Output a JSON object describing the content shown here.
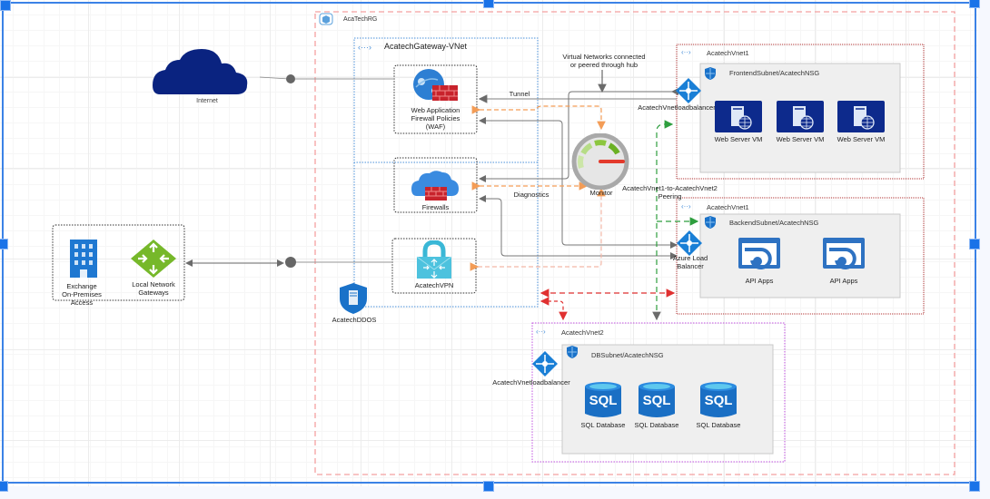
{
  "diagram": {
    "resource_group": {
      "label": "AcaTechRG",
      "icon": "resource-group-icon"
    },
    "gateway_vnet": {
      "label": "AcatechGateway-VNet",
      "icon": "vnet-icon"
    },
    "internet": {
      "label": "Internet",
      "icon": "cloud-icon",
      "color": "#0a2380"
    },
    "waf": {
      "label_lines": [
        "Web Application",
        "Firewall Policies",
        "(WAF)"
      ],
      "icon": "waf-globe-firewall-icon"
    },
    "firewalls": {
      "label": "Firewalls",
      "icon": "firewall-cloud-icon"
    },
    "vpn": {
      "label": "AcatechVPN",
      "icon": "vpn-lock-icon"
    },
    "ddos": {
      "label": "AcatechDDOS",
      "icon": "ddos-shield-icon"
    },
    "monitor": {
      "label": "Monitor",
      "icon": "monitor-gauge-icon"
    },
    "onprem": {
      "exchange": {
        "label_lines": [
          "Exchange",
          "On-Premises",
          "Access"
        ],
        "icon": "building-icon"
      },
      "lng": {
        "label_lines": [
          "Local Network",
          "Gateways"
        ],
        "icon": "local-network-gateway-icon"
      }
    },
    "annotations": {
      "hub_note_lines": [
        "Virtual  Networks  connected",
        "or peered through hub"
      ],
      "tunnel": "Tunnel",
      "diagnostics": "Diagnostics",
      "peering_lines": [
        "AcatechVnet1-to-AcatechVnet2",
        "Peering"
      ]
    },
    "vnet1_frontend": {
      "vnet_label": "AcatechVnet1",
      "lb_label": "AcatechVnetloadbalancer",
      "subnet_label": "FrontendSubnet/AcatechNSG",
      "items": [
        {
          "label": "Web Server VM",
          "icon": "vm-icon"
        },
        {
          "label": "Web Server VM",
          "icon": "vm-icon"
        },
        {
          "label": "Web Server VM",
          "icon": "vm-icon"
        }
      ]
    },
    "vnet1_backend": {
      "vnet_label": "AcatechVnet1",
      "lb_label_lines": [
        "Azure Load",
        "Balancer"
      ],
      "subnet_label": "BackendSubnet/AcatechNSG",
      "items": [
        {
          "label": "API Apps",
          "icon": "api-app-icon"
        },
        {
          "label": "API Apps",
          "icon": "api-app-icon"
        }
      ]
    },
    "vnet2": {
      "vnet_label": "AcatechVnet2",
      "lb_label": "AcatechVnetloadbalancer",
      "subnet_label": "DBSubnet/AcatechNSG",
      "items": [
        {
          "label": "SQL Database",
          "icon": "sql-database-icon",
          "glyph": "SQL"
        },
        {
          "label": "SQL Database",
          "icon": "sql-database-icon",
          "glyph": "SQL"
        },
        {
          "label": "SQL Database",
          "icon": "sql-database-icon",
          "glyph": "SQL"
        }
      ]
    },
    "colors": {
      "rg_border": "#f08080",
      "gateway_border": "#4a90d9",
      "vnet1_border": "#b03030",
      "vnet2_border": "#c050e0",
      "azure_blue": "#0078d4",
      "navy": "#0a2380",
      "diag_orange": "#f4a460",
      "peer_green": "#2e9e3e",
      "red_link": "#e03030",
      "selection": "#3b82e6"
    }
  }
}
